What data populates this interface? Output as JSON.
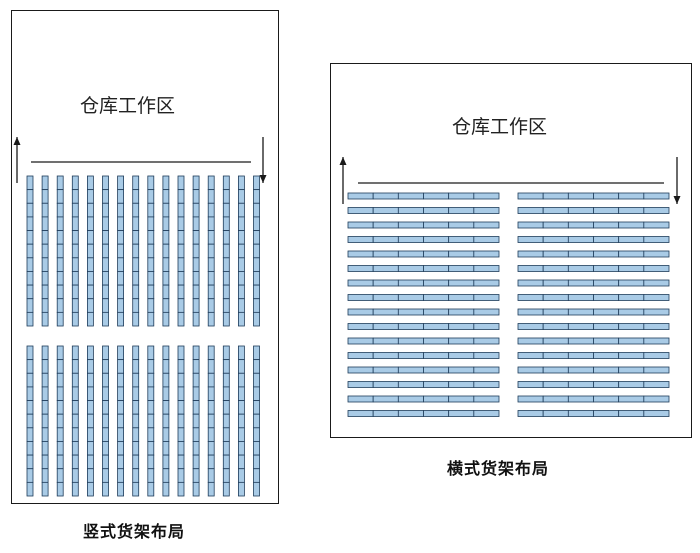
{
  "diagrams": [
    {
      "id": "vertical",
      "work_area_label": "仓库工作区",
      "caption": "竖式货架布局",
      "rack_orientation": "vertical",
      "rack_groups": 2,
      "racks_per_group": 16,
      "cells_per_rack": 11
    },
    {
      "id": "horizontal",
      "work_area_label": "仓库工作区",
      "caption": "横式货架布局",
      "rack_orientation": "horizontal",
      "rack_groups": 2,
      "racks_per_group": 16,
      "cells_per_rack": 6
    }
  ],
  "colors": {
    "rack_fill": "#a9cbe6",
    "rack_stroke": "#1f3c5a",
    "line": "#1a1a1a",
    "border": "#1a1a1a"
  }
}
